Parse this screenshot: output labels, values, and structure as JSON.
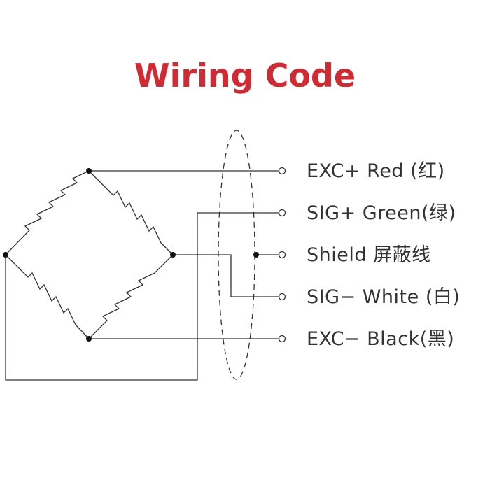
{
  "title": "Wiring Code",
  "colors": {
    "title": "#d02a33",
    "line": "#333333"
  },
  "wires": [
    {
      "label": "EXC+ Red  (红)"
    },
    {
      "label": "SIG+ Green(绿)"
    },
    {
      "label": "Shield  屏蔽线"
    },
    {
      "label": "SIG− White (白)"
    },
    {
      "label": "EXC− Black(黑)"
    }
  ]
}
